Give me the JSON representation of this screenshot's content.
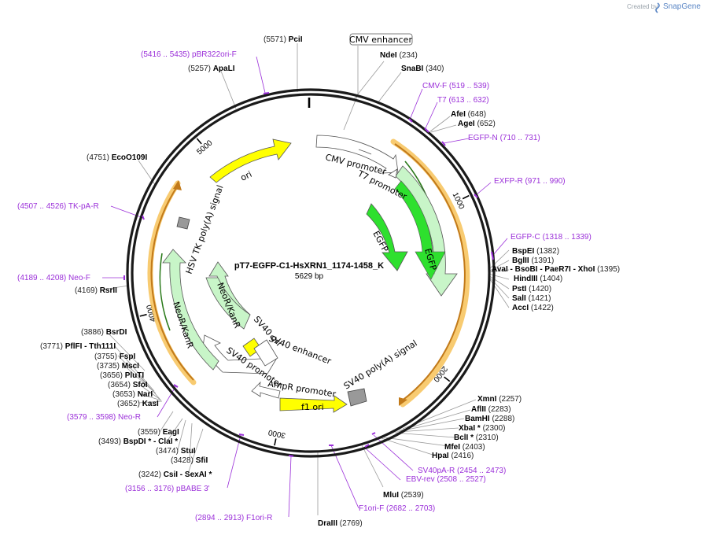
{
  "credit": {
    "prefix": "Created by",
    "brand": "SnapGene"
  },
  "plasmid": {
    "name": "pT7-EGFP-C1-HsXRN1_1174-1458_K",
    "length": "5629 bp"
  },
  "ticks": [
    "1000",
    "2000",
    "3000",
    "4000",
    "5000"
  ],
  "colors": {
    "promoter": "#ffffff",
    "cds_green": "#2ee02e",
    "marker": "#c8f5c8",
    "origin": "#ffff00",
    "primer": "#9b30d9",
    "highlight": "#f5b942",
    "polyA": "#999999"
  },
  "sites": [
    {
      "name": "PciI",
      "pos": "(5571)"
    },
    {
      "name": "NdeI",
      "pos": "(234)"
    },
    {
      "name": "SnaBI",
      "pos": "(340)"
    },
    {
      "name": "AfeI",
      "pos": "(648)"
    },
    {
      "name": "AgeI",
      "pos": "(652)"
    },
    {
      "name": "BspEI",
      "pos": "(1382)"
    },
    {
      "name": "BglII",
      "pos": "(1391)"
    },
    {
      "name": "AvaI",
      "mid": "- BsoBI",
      "mid2": "- PaeR7I",
      "mid3": "- XhoI",
      "pos": "(1395)"
    },
    {
      "name": "HindIII",
      "pos": "(1404)"
    },
    {
      "name": "PstI",
      "pos": "(1420)"
    },
    {
      "name": "SalI",
      "pos": "(1421)"
    },
    {
      "name": "AccI",
      "pos": "(1422)"
    },
    {
      "name": "XmnI",
      "pos": "(2257)"
    },
    {
      "name": "AflII",
      "pos": "(2283)"
    },
    {
      "name": "BamHI",
      "pos": "(2288)"
    },
    {
      "name": "XbaI *",
      "pos": "(2300)"
    },
    {
      "name": "BclI *",
      "pos": "(2310)"
    },
    {
      "name": "MfeI",
      "pos": "(2403)"
    },
    {
      "name": "HpaI",
      "pos": "(2416)"
    },
    {
      "name": "MluI",
      "pos": "(2539)"
    },
    {
      "name": "DraIII",
      "pos": "(2769)"
    },
    {
      "name": "CsiI",
      "mid": "- SexAI *",
      "pos": "(3242)"
    },
    {
      "name": "SfiI",
      "pos": "(3428)"
    },
    {
      "name": "StuI",
      "pos": "(3474)"
    },
    {
      "name": "BspDI *",
      "mid": "- ClaI *",
      "pos": "(3493)"
    },
    {
      "name": "EagI",
      "pos": "(3559)"
    },
    {
      "name": "KasI",
      "pos": "(3652)"
    },
    {
      "name": "NarI",
      "pos": "(3653)"
    },
    {
      "name": "SfoI",
      "pos": "(3654)"
    },
    {
      "name": "PluTI",
      "pos": "(3656)"
    },
    {
      "name": "MscI",
      "pos": "(3735)"
    },
    {
      "name": "FspI",
      "pos": "(3755)"
    },
    {
      "name": "PflFI",
      "mid": "- Tth111I",
      "pos": "(3771)"
    },
    {
      "name": "BsrDI",
      "pos": "(3886)"
    },
    {
      "name": "RsrII",
      "pos": "(4169)"
    },
    {
      "name": "EcoO109I",
      "pos": "(4751)"
    },
    {
      "name": "ApaLI",
      "pos": "(5257)"
    }
  ],
  "primers": [
    {
      "name": "pBR322ori-F",
      "range": "(5416 .. 5435)"
    },
    {
      "name": "CMV-F",
      "range": "(519 .. 539)"
    },
    {
      "name": "T7",
      "range": "(613 .. 632)"
    },
    {
      "name": "EGFP-N",
      "range": "(710 .. 731)"
    },
    {
      "name": "EXFP-R",
      "range": "(971 .. 990)"
    },
    {
      "name": "EGFP-C",
      "range": "(1318 .. 1339)"
    },
    {
      "name": "SV40pA-R",
      "range": "(2454 .. 2473)"
    },
    {
      "name": "EBV-rev",
      "range": "(2508 .. 2527)"
    },
    {
      "name": "F1ori-F",
      "range": "(2682 .. 2703)"
    },
    {
      "name": "F1ori-R",
      "range": "(2894 .. 2913)"
    },
    {
      "name": "pBABE 3'",
      "range": "(3156 .. 3176)"
    },
    {
      "name": "Neo-R",
      "range": "(3579 .. 3598)"
    },
    {
      "name": "Neo-F",
      "range": "(4189 .. 4208)"
    },
    {
      "name": "TK-pA-R",
      "range": "(4507 .. 4526)"
    }
  ],
  "features": {
    "cmv_enhancer": "CMV enhancer",
    "cmv_promoter": "CMV promoter",
    "t7_promoter": "T7 promoter",
    "egfp_inner": "EGFP",
    "egfp_outer": "EGFP",
    "sv40_polya": "SV40 poly(A) signal",
    "f1_ori": "f1 ori",
    "ampr_promoter": "AmpR promoter",
    "sv40_promoter": "SV40 promoter",
    "sv40_ori": "SV40 ori",
    "sv40_enhancer": "SV40 enhancer",
    "neor_inner": "NeoR/KanR",
    "neor_outer": "NeoR/KanR",
    "hsv_tk": "HSV TK poly(A) signal",
    "ori": "ori"
  }
}
